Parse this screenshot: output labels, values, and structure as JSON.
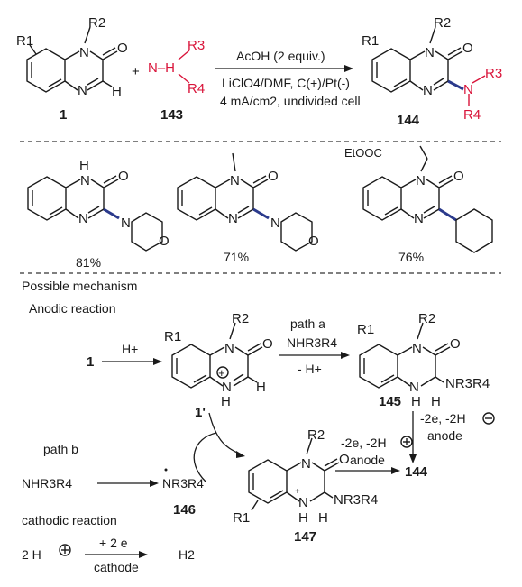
{
  "labels": {
    "r1": "R1",
    "r2": "R2",
    "r3": "R3",
    "r4": "R4",
    "n": "N",
    "o": "O",
    "h": "H",
    "plus": "+",
    "nh": "N–H"
  },
  "compounds": {
    "c1": "1",
    "c143": "143",
    "c144": "144",
    "c1p": "1'",
    "c145": "145",
    "c146": "146",
    "c147": "147"
  },
  "conditions": {
    "line1": "AcOH (2 equiv.)",
    "line2": "LiClO4/DMF, C(+)/Pt(-)",
    "line3": "4 mA/cm2, undivided cell"
  },
  "examples": [
    {
      "yield": "81%"
    },
    {
      "yield": "71%"
    },
    {
      "yield": "76%"
    }
  ],
  "example3_ester": "EtOOC",
  "sections": {
    "mechanism": "Possible mechanism",
    "anodic": "Anodic reaction",
    "path_a": "path a",
    "path_b": "path b",
    "cathodic": "cathodic reaction"
  },
  "mech": {
    "h_plus": "H+",
    "amine": "NHR3R4",
    "minus_h": "- H+",
    "oxid1": "-2e, -2H",
    "anode": "anode",
    "oxid2": "-2e, -2H",
    "radical": "NR3R4",
    "amine_sub": "NR3R4",
    "proton_2h": "2 H",
    "plus_2e": "+ 2 e",
    "cathode": "cathode",
    "h2": "H2"
  }
}
